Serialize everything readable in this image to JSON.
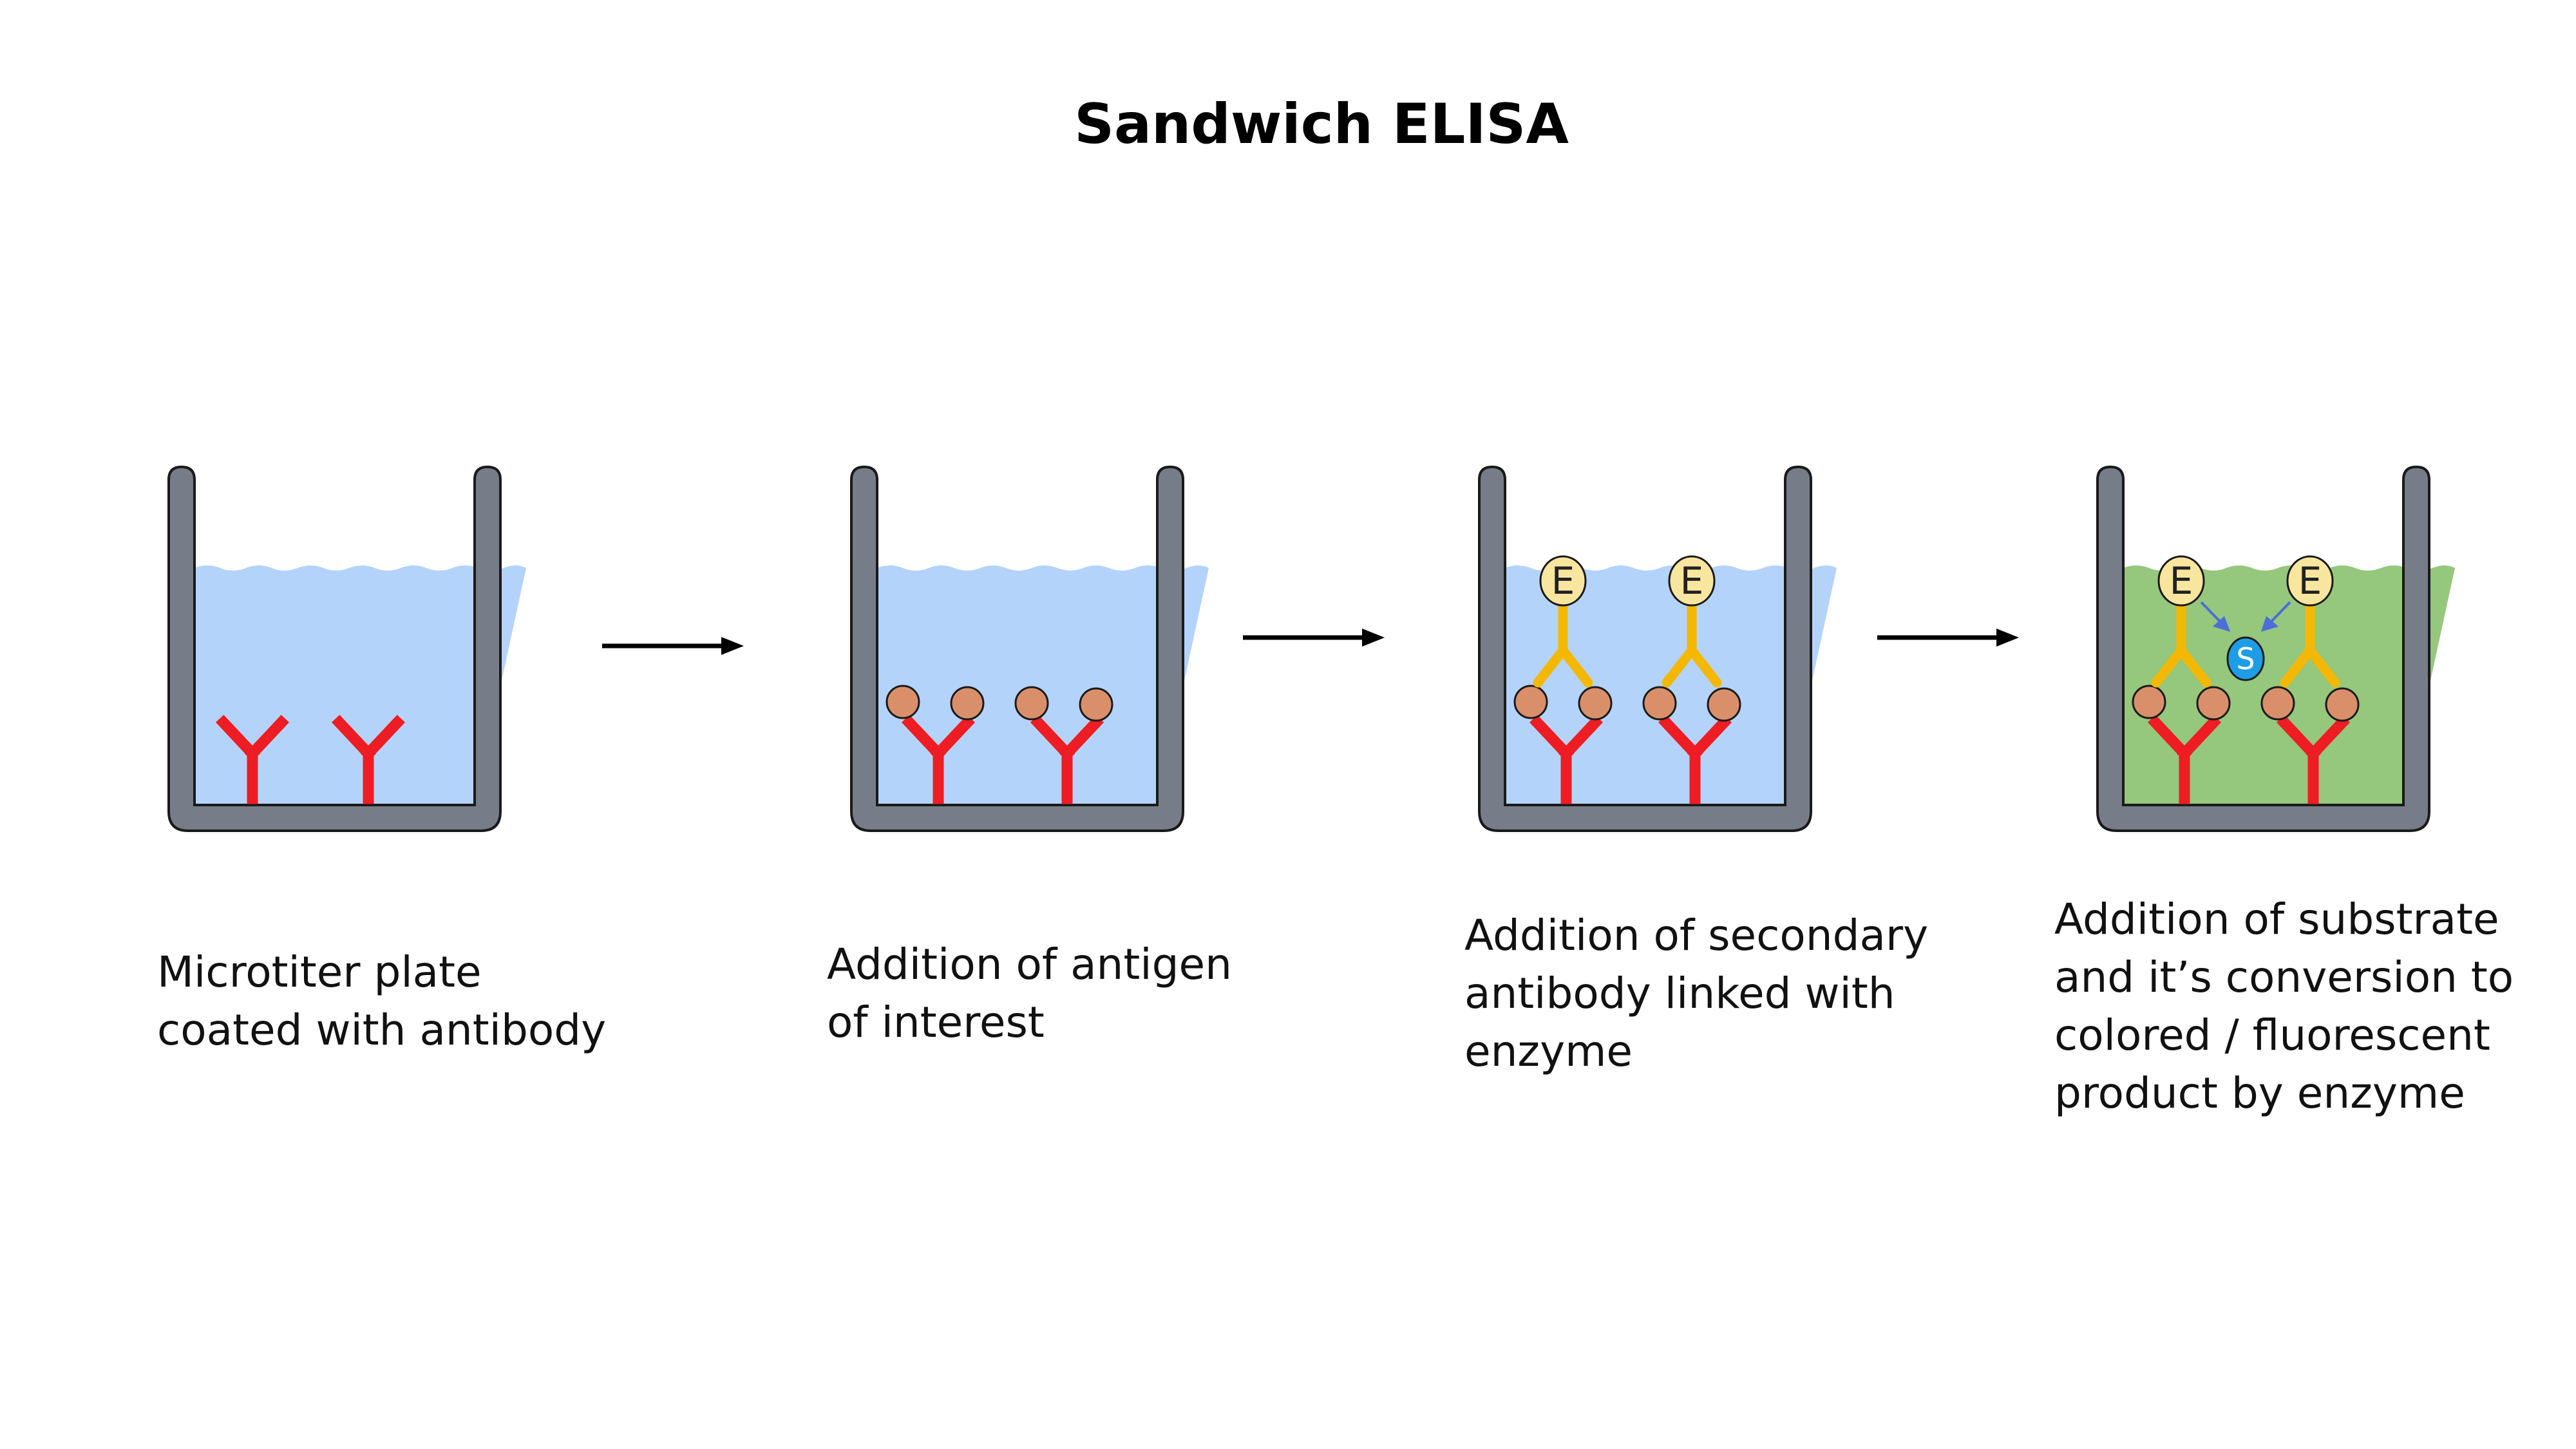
{
  "title": "Sandwich ELISA",
  "steps": [
    {
      "caption_lines": [
        "Microtiter plate",
        "coated with antibody"
      ]
    },
    {
      "caption_lines": [
        "Addition of antigen",
        "of interest"
      ]
    },
    {
      "caption_lines": [
        "Addition of secondary",
        "antibody linked with",
        "enzyme"
      ]
    },
    {
      "caption_lines": [
        "Addition of substrate",
        "and it’s conversion to",
        "colored / fluorescent",
        "product by enzyme"
      ]
    }
  ],
  "labels": {
    "enzyme": "E",
    "substrate": "S"
  },
  "colors": {
    "well": "#767d88",
    "buffer": "#b4d3fa",
    "product": "#95c77c",
    "capture_antibody": "#ee1c23",
    "secondary_antibody": "#f5b800",
    "antigen": "#d9906a",
    "enzyme": "#f9e69e",
    "substrate": "#1e9de6",
    "arrow": "#000000"
  },
  "icons": [
    "well",
    "capture-antibody",
    "antigen",
    "secondary-antibody",
    "enzyme",
    "substrate",
    "step-arrow"
  ]
}
